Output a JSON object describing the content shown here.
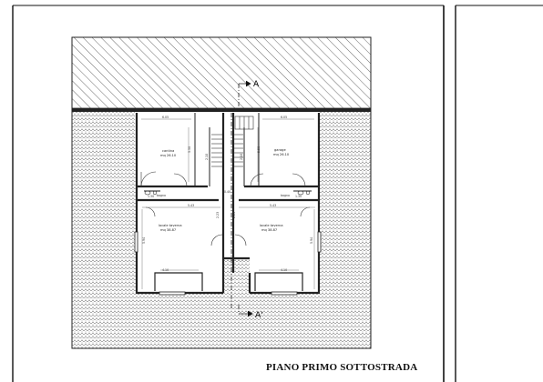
{
  "drawing": {
    "caption": "PIANO PRIMO SOTTOSTRADA",
    "section_start_label": "A",
    "section_end_label": "A'"
  },
  "rooms": {
    "left_garage_name": "cantina",
    "left_garage_area": "mq 26.10",
    "right_garage_name": "garage",
    "right_garage_area": "mq 26.10",
    "left_basement_name": "locale taverna",
    "left_basement_area": "mq 38.87",
    "right_basement_name": "locale taverna",
    "right_basement_area": "mq 38.87"
  },
  "dimensions": {
    "top_left_width": "6.05",
    "top_right_width": "6.05",
    "left_garage_depth": "5.50",
    "right_garage_depth": "5.50",
    "left_stair": "2.10",
    "right_stair": "2.10",
    "corridor_left": "5.43",
    "corridor_right": "5.43",
    "left_side_height": "5.94",
    "right_side_height": "5.94",
    "left_bottom_width": "4.10",
    "right_bottom_width": "4.10",
    "left_wc": "1.30",
    "right_wc": "1.30",
    "left_mid": "2.23",
    "right_mid": "2.23",
    "center_small": "0.40",
    "left_bathroom": "bagno",
    "right_bathroom": "bagno"
  },
  "colors": {
    "line": "#1a1a1a",
    "wall": "#222222",
    "paper": "#ffffff"
  }
}
